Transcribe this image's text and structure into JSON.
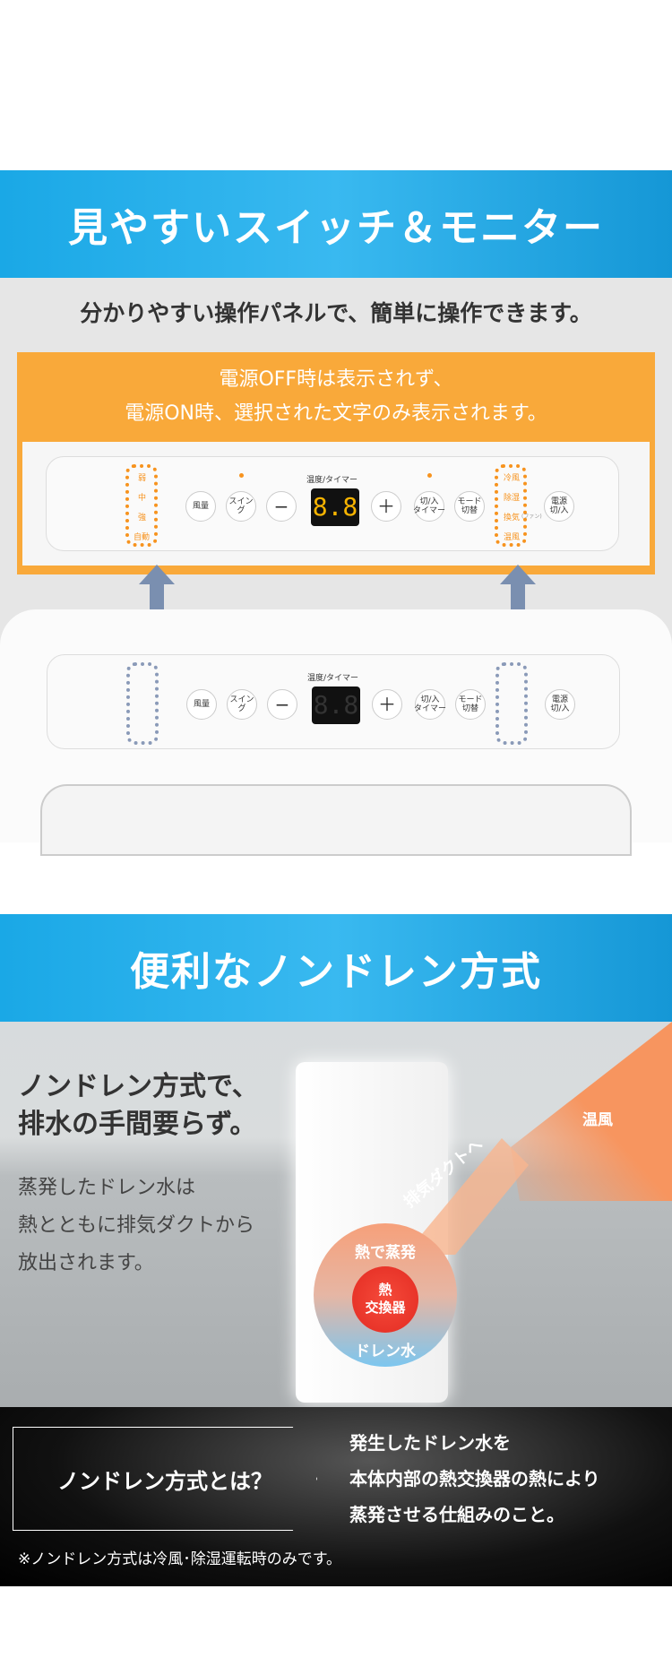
{
  "section1": {
    "title": "見やすいスイッチ＆モニター",
    "subtitle": "分かりやすい操作パネルで、簡単に操作できます。",
    "note_line1": "電源OFF時は表示されず、",
    "note_line2": "電源ON時、選択された文字のみ表示されます。",
    "panel": {
      "fan_levels": [
        "弱",
        "中",
        "強",
        "自動"
      ],
      "buttons": {
        "fan": "風量",
        "swing": "スイング",
        "minus": "−",
        "plus": "＋",
        "timer": "切/入\nタイマー",
        "mode": "モード\n切替",
        "power": "電源\n切/入"
      },
      "display_label": "温度/タイマー",
      "display_value": "8.8",
      "modes": [
        "冷風",
        "除湿",
        "換気",
        "温風"
      ],
      "mode_sub": "(ファン)"
    },
    "colors": {
      "accent": "#f9a93a",
      "banner": "#1aa8e6",
      "lit": "#f7931e"
    }
  },
  "section2": {
    "title": "便利なノンドレン方式",
    "headline_line1": "ノンドレン方式で、",
    "headline_line2": "排水の手間要らず。",
    "body": [
      "蒸発したドレン水は",
      "熱とともに排気ダクトから",
      "放出されます。"
    ],
    "diagram": {
      "duct": "排気ダクトへ",
      "warm_air": "温風",
      "evaporate": "熱で蒸発",
      "exchanger_line1": "熱",
      "exchanger_line2": "交換器",
      "drain": "ドレン水"
    }
  },
  "section3": {
    "box_label": "ノンドレン方式とは？",
    "desc": [
      "発生したドレン水を",
      "本体内部の熱交換器の熱により",
      "蒸発させる仕組みのこと。"
    ],
    "footnote": "※ノンドレン方式は冷風･除湿運転時のみです。"
  }
}
